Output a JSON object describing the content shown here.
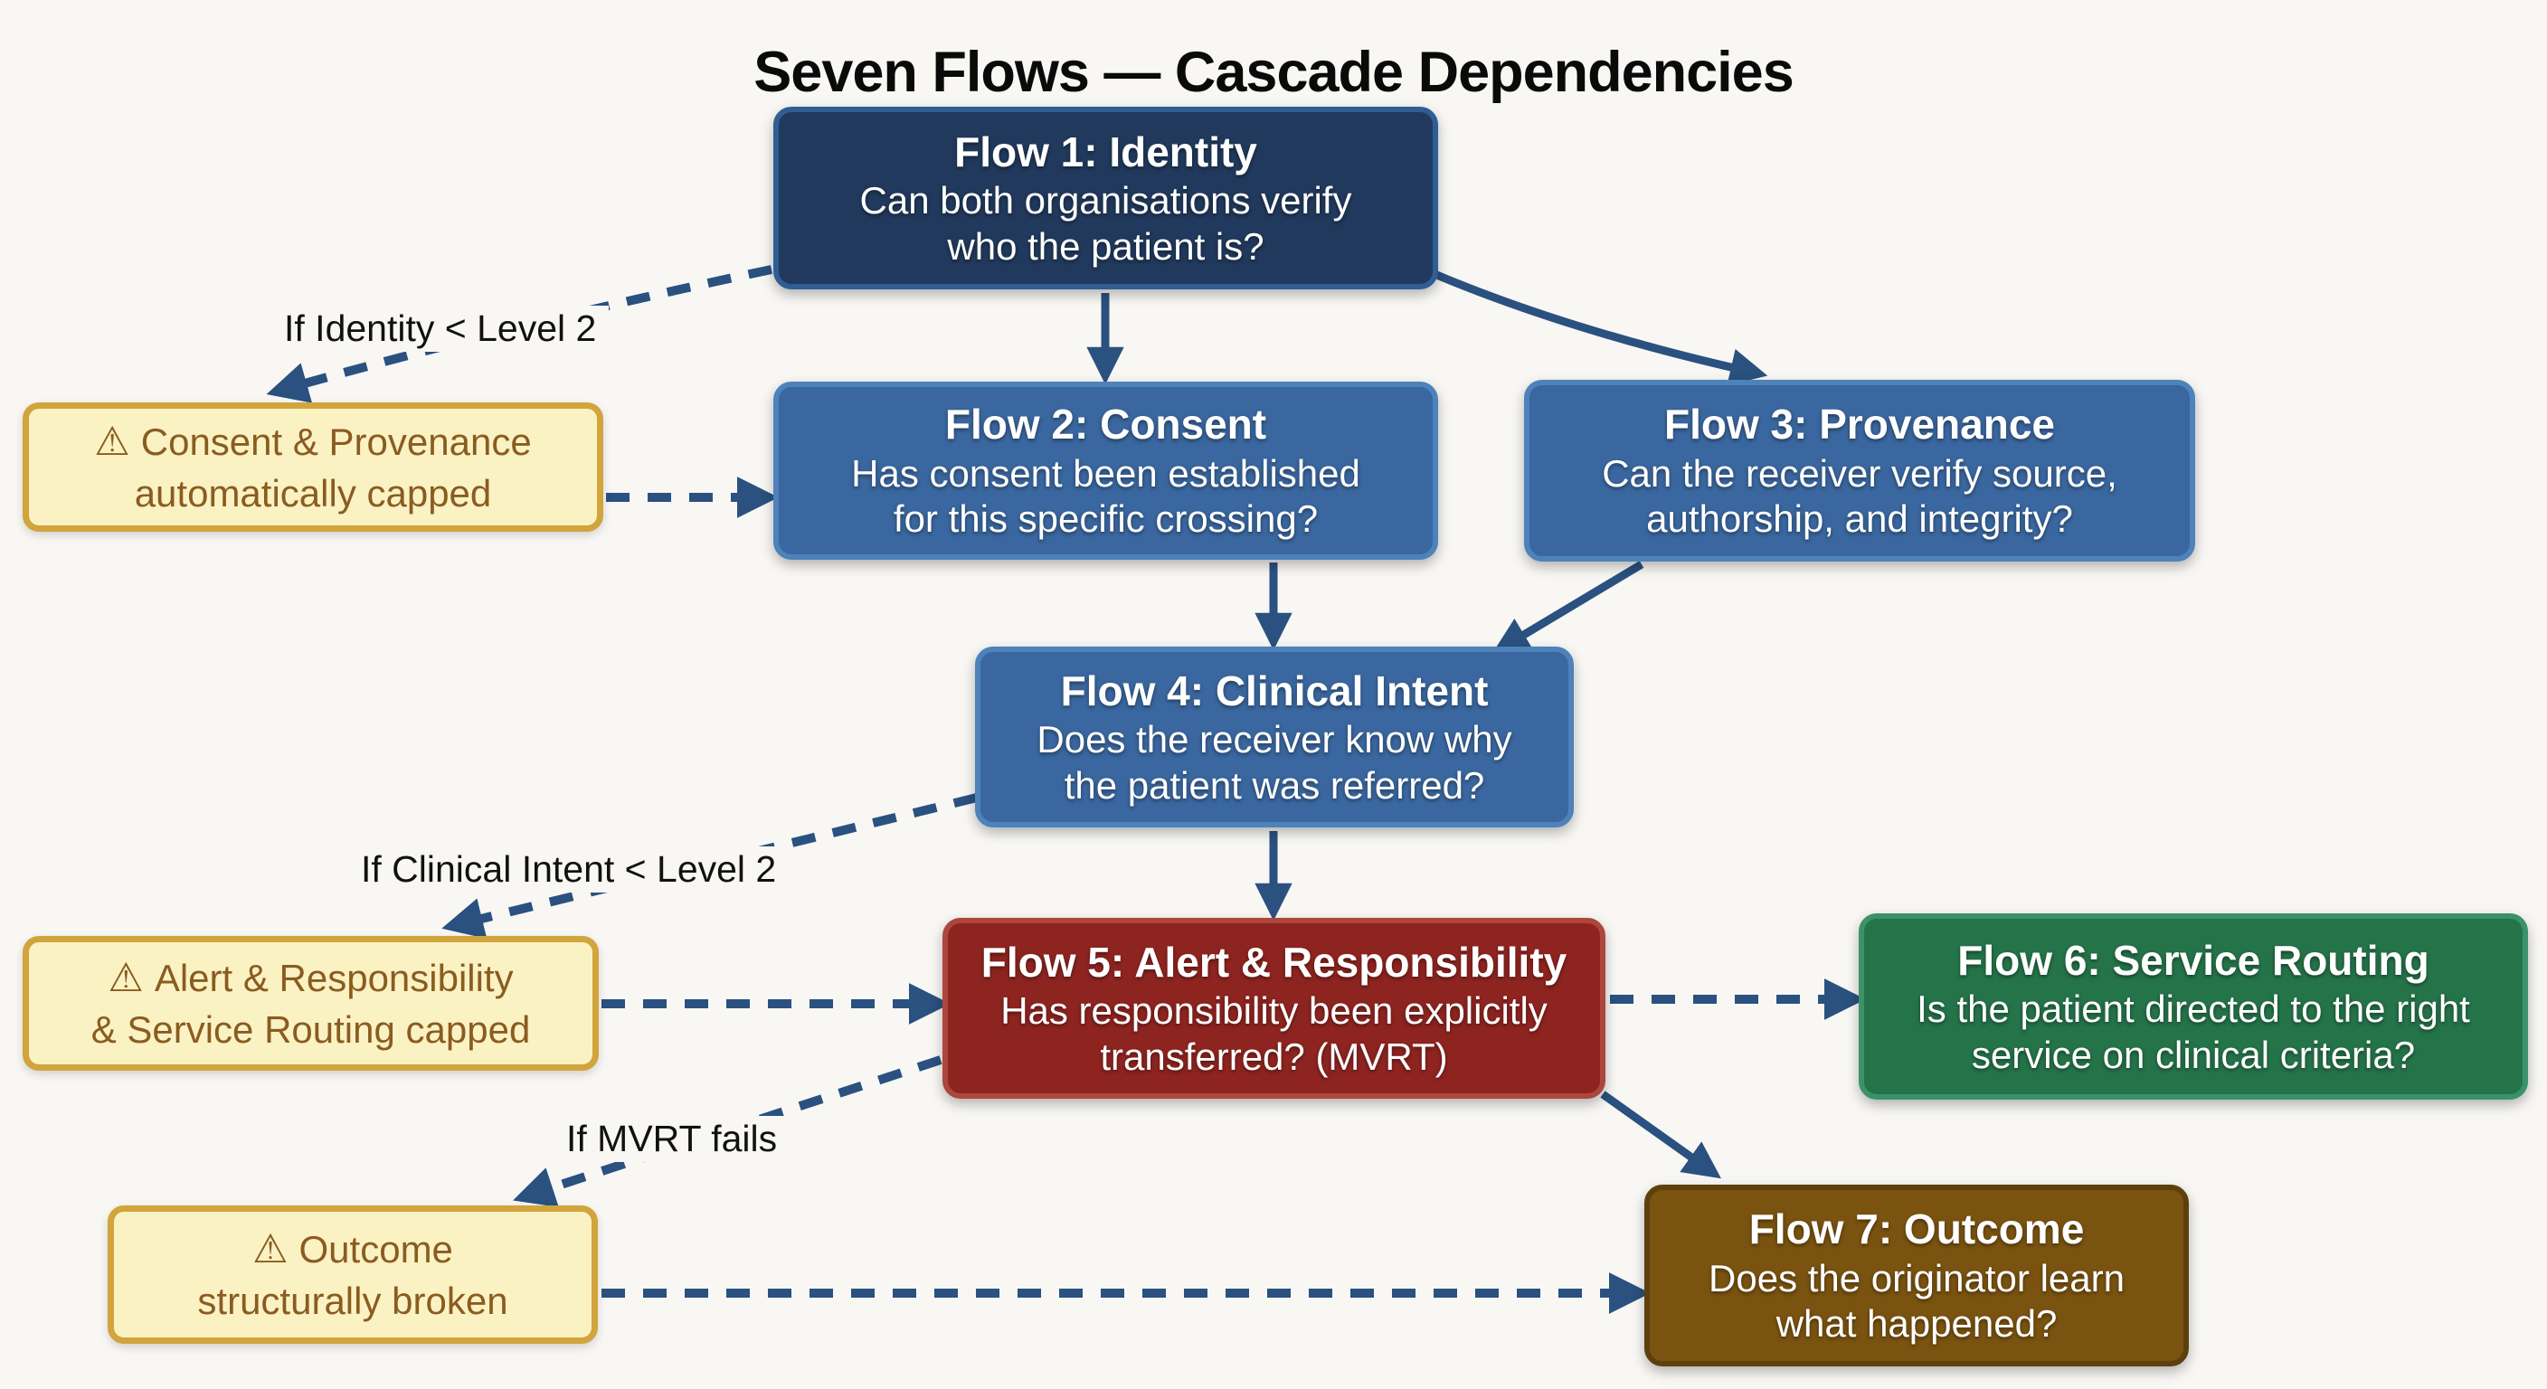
{
  "title": "Seven Flows — Cascade Dependencies",
  "flows": [
    {
      "name": "Flow 1: Identity",
      "question": "Can both organisations verify who the patient is?"
    },
    {
      "name": "Flow 2: Consent",
      "question": "Has consent been established for this specific crossing?"
    },
    {
      "name": "Flow 3: Provenance",
      "question": "Can the receiver verify source, authorship, and integrity?"
    },
    {
      "name": "Flow 4: Clinical Intent",
      "question": "Does the receiver know why the patient was referred?"
    },
    {
      "name": "Flow 5: Alert & Responsibility",
      "question": "Has responsibility been explicitly transferred? (MVRT)"
    },
    {
      "name": "Flow 6: Service Routing",
      "question": "Is the patient directed to the right service on clinical criteria?"
    },
    {
      "name": "Flow 7: Outcome",
      "question": "Does the originator learn what happened?"
    }
  ],
  "warnings": [
    {
      "icon": "⚠",
      "line1": "Consent & Provenance",
      "line2": "automatically capped"
    },
    {
      "icon": "⚠",
      "line1": "Alert & Responsibility",
      "line2": "& Service Routing capped"
    },
    {
      "icon": "⚠",
      "line1": "Outcome",
      "line2": "structurally broken"
    }
  ],
  "edge_labels": [
    {
      "text": "If Identity < Level 2"
    },
    {
      "text": "If Clinical Intent < Level 2"
    },
    {
      "text": "If MVRT fails"
    }
  ],
  "colors": {
    "background": "#f8f7f4",
    "flow1_fill": "#21395c",
    "flow1_border": "#2f5e95",
    "flow_blue_fill": "#3a679f",
    "flow_blue_border": "#4d82bb",
    "flow5_fill": "#8e2420",
    "flow5_border": "#ad463c",
    "flow6_fill": "#257349",
    "flow6_border": "#3b9269",
    "flow7_fill": "#7a5310",
    "flow7_border": "#5e400c",
    "warning_fill": "#fbf2c4",
    "warning_border": "#d1a43c",
    "warning_text": "#8a5c20",
    "arrow": "#2a517f",
    "box_text": "#ffffff",
    "label_text": "#111111"
  }
}
